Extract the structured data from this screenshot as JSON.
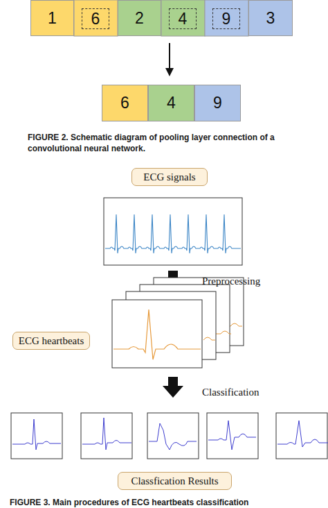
{
  "diagram": {
    "caption": "FIGURE 2. Schematic diagram of pooling layer connection of a convolutional neural network.",
    "nodes": [
      {
        "text": [
          "1"
        ]
      },
      {
        "text": [
          "6"
        ]
      },
      {
        "text": [
          "2"
        ]
      },
      {
        "text": [
          "4"
        ]
      },
      {
        "text": [
          "9"
        ]
      },
      {
        "text": [
          "3"
        ]
      },
      {
        "text": [
          "6"
        ]
      },
      {
        "text": [
          "4"
        ]
      },
      {
        "text": [
          "9"
        ]
      },
      {
        "text": [
          "ECG signals"
        ]
      },
      {
        "text": [
          "ECG heartbeats"
        ]
      },
      {
        "text": [
          "Classfication Results"
        ]
      }
    ],
    "labels": [
      "Preprocessing",
      "Classification",
      "FIGURE 3. Main procedures of ECG heartbeats classification"
    ]
  }
}
